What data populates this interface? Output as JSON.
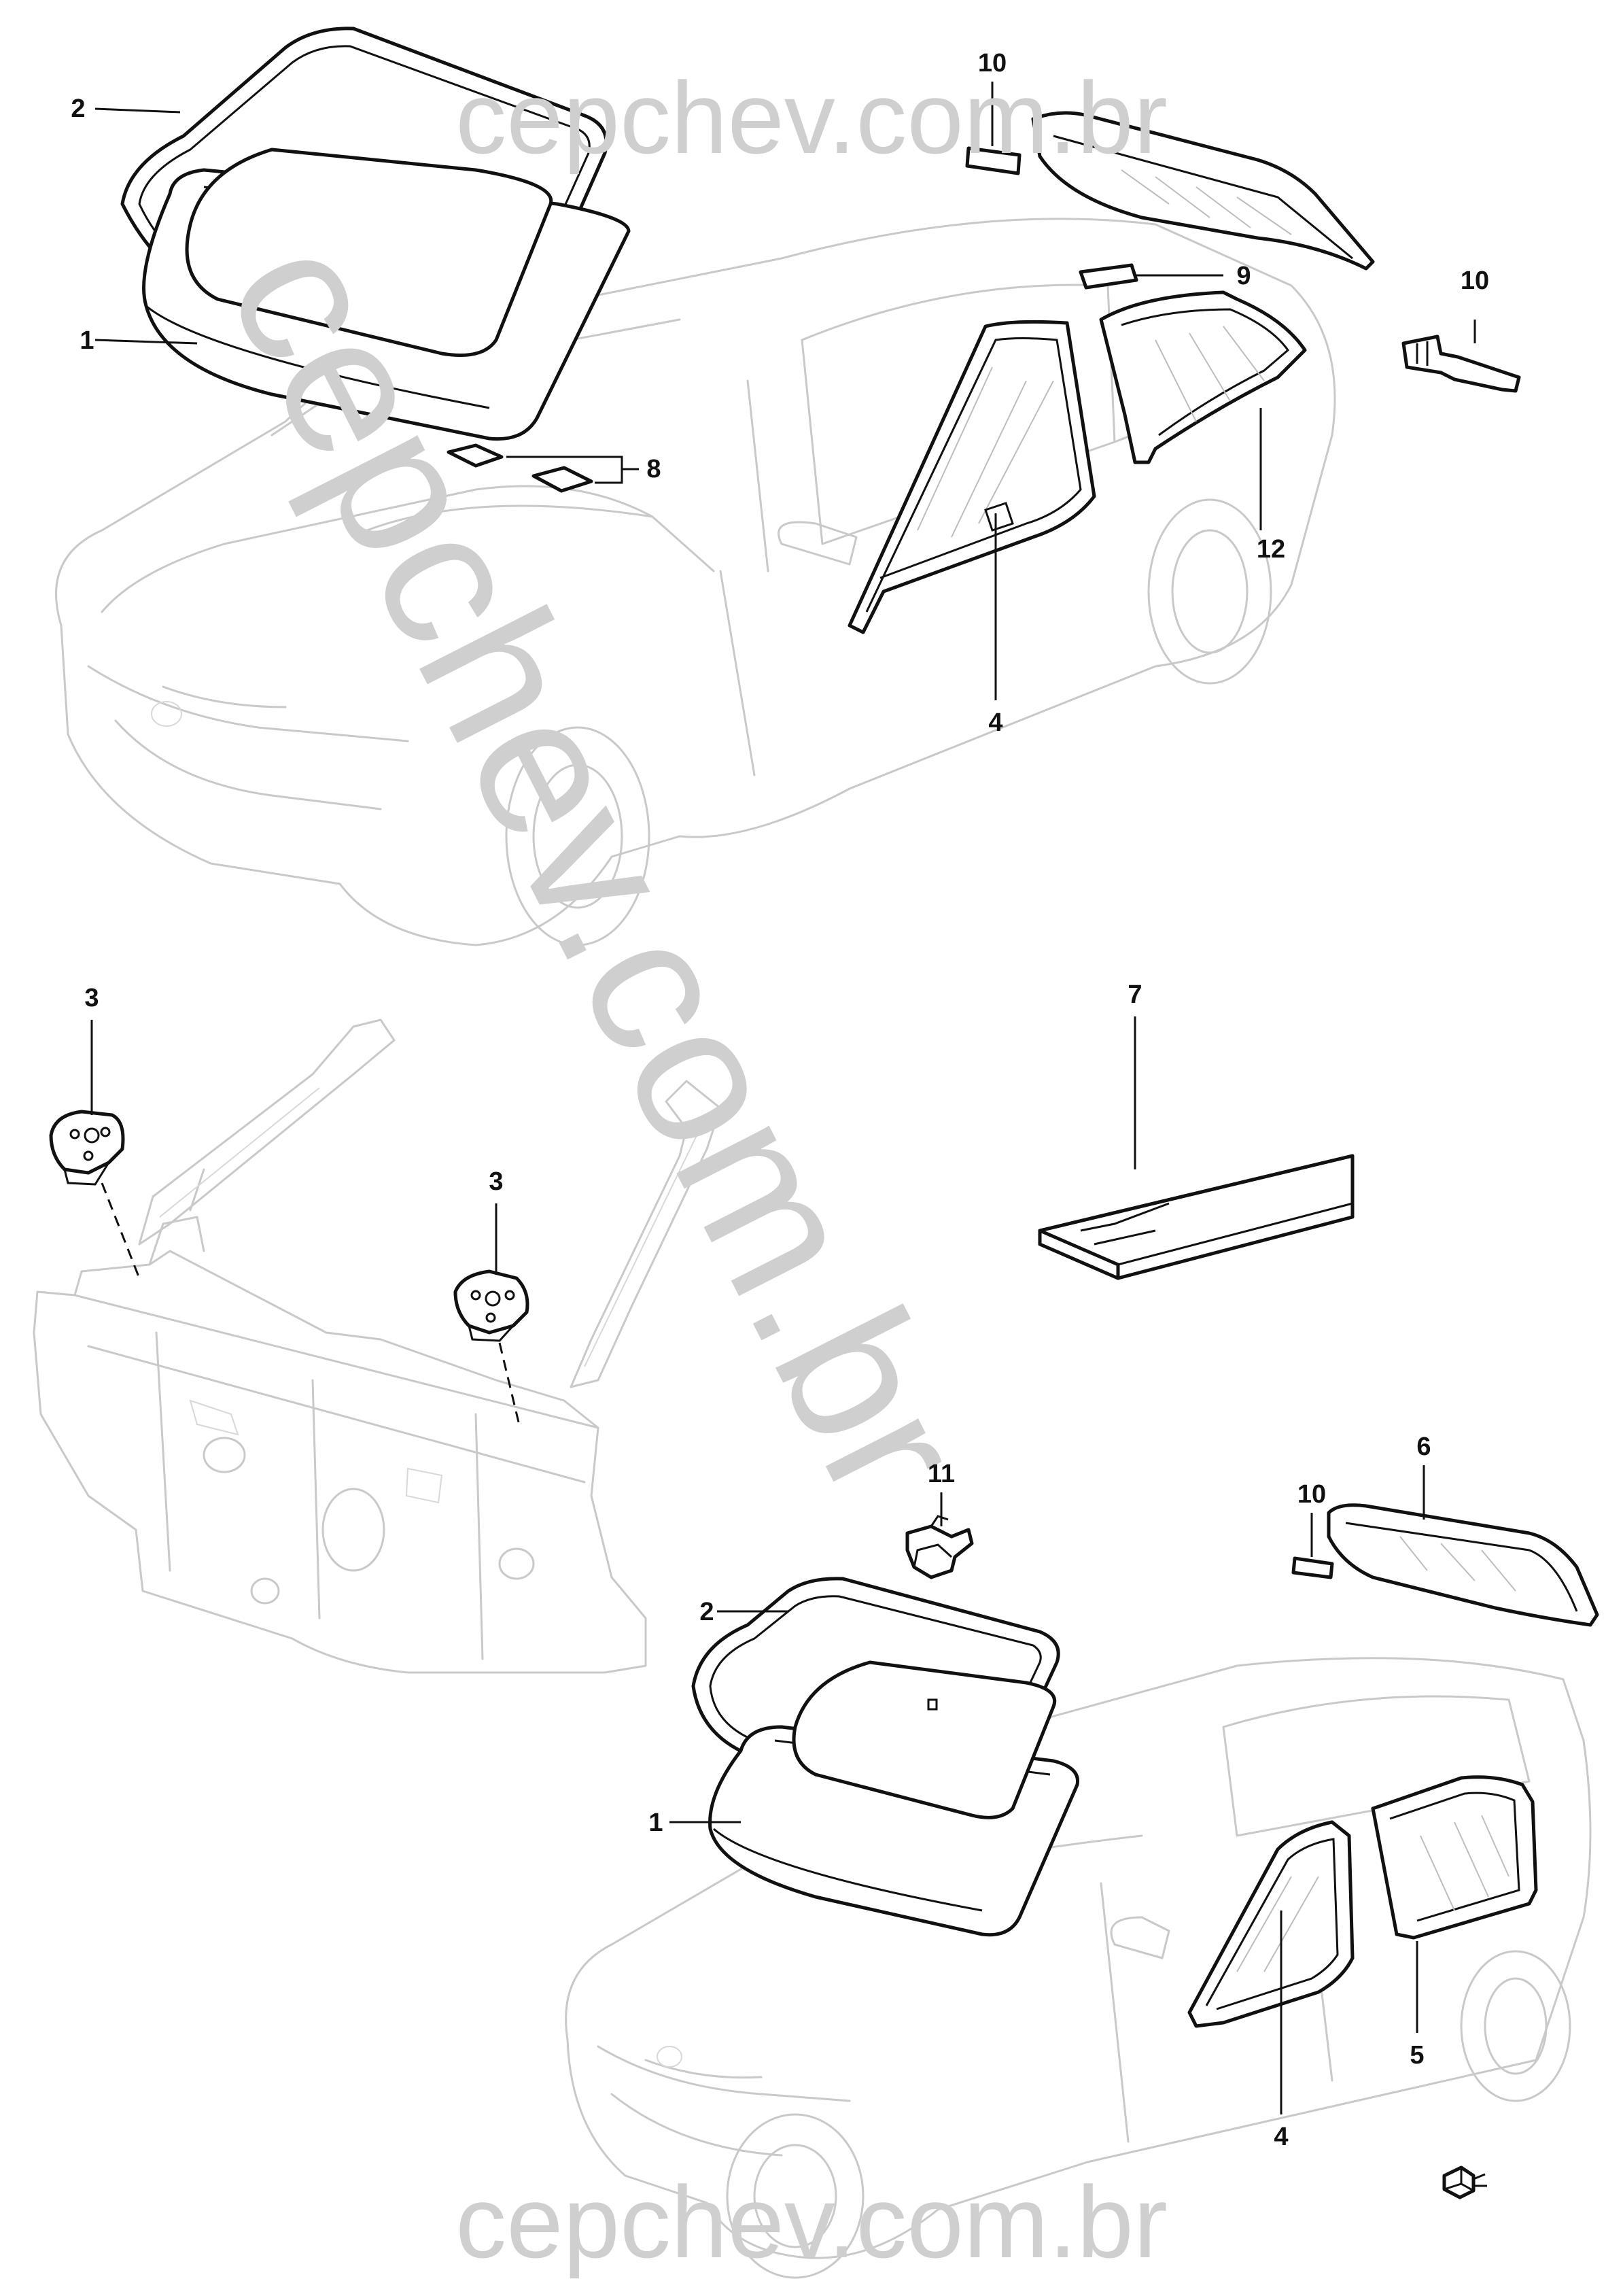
{
  "watermark": {
    "top": "cepchev.com.br",
    "bottom": "cepchev.com.br",
    "diagonal": "cepchev.com.br"
  },
  "callouts": {
    "top_view": {
      "c1": "1",
      "c2": "2",
      "c4": "4",
      "c8": "8",
      "c9": "9",
      "c10_top": "10",
      "c10_right": "10",
      "c12": "12"
    },
    "middle_view": {
      "c3_left": "3",
      "c3_right": "3",
      "c7": "7"
    },
    "bottom_view": {
      "c1": "1",
      "c2": "2",
      "c4": "4",
      "c5": "5",
      "c6": "6",
      "c10": "10",
      "c11": "11"
    }
  },
  "colors": {
    "part_outline": "#111111",
    "ghost_body": "#c9c9c9",
    "watermark": "#cfcfcf"
  },
  "icons": {
    "corner_mark": "front-direction-icon"
  }
}
